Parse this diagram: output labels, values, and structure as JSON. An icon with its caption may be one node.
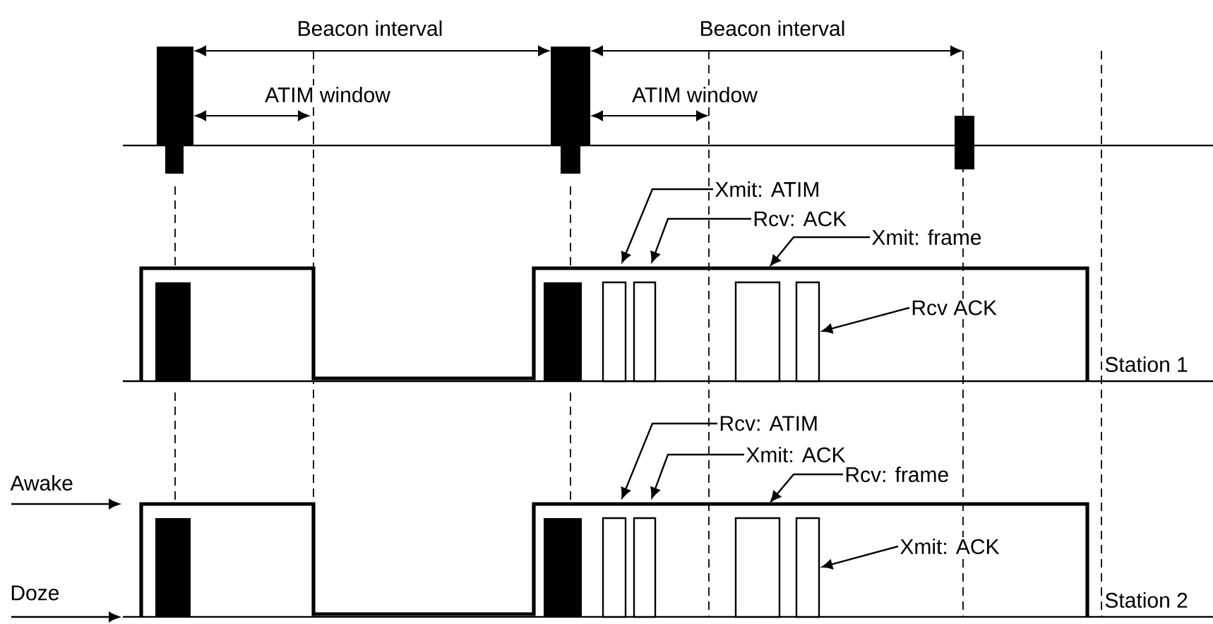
{
  "diagram": {
    "nodes": [
      {
        "text": [
          "Xmit: ATIM"
        ]
      },
      {
        "text": [
          "Rcv: ACK"
        ]
      },
      {
        "text": [
          "Xmit: frame"
        ]
      },
      {
        "text": [
          "Rcv ACK"
        ]
      },
      {
        "text": [],
        "shape": "bar"
      },
      {
        "text": [],
        "shape": "bar"
      },
      {
        "text": [],
        "shape": "bar"
      },
      {
        "text": [],
        "shape": "bar"
      },
      {
        "text": [
          "Rcv: ATIM"
        ]
      },
      {
        "text": [
          "Xmit: ACK"
        ]
      },
      {
        "text": [
          "Rcv: frame"
        ]
      },
      {
        "text": [
          "Xmit: ACK"
        ]
      },
      {
        "text": [],
        "shape": "bar"
      },
      {
        "text": [],
        "shape": "bar"
      },
      {
        "text": [],
        "shape": "bar"
      },
      {
        "text": [],
        "shape": "bar"
      }
    ],
    "edges": [
      {
        "from": 0,
        "to": 4,
        "arrow": "to"
      },
      {
        "from": 1,
        "to": 5,
        "arrow": "to"
      },
      {
        "from": 2,
        "to": 6,
        "arrow": "to"
      },
      {
        "from": 3,
        "to": 7,
        "arrow": "to"
      },
      {
        "from": 8,
        "to": 12,
        "arrow": "to"
      },
      {
        "from": 9,
        "to": 13,
        "arrow": "to"
      },
      {
        "from": 10,
        "to": 14,
        "arrow": "to"
      },
      {
        "from": 11,
        "to": 15,
        "arrow": "to"
      }
    ],
    "labels": [
      "Beacon interval",
      "Beacon interval",
      "ATIM window",
      "ATIM window",
      "Station 1",
      "Awake",
      "Doze",
      "Station 2"
    ]
  }
}
